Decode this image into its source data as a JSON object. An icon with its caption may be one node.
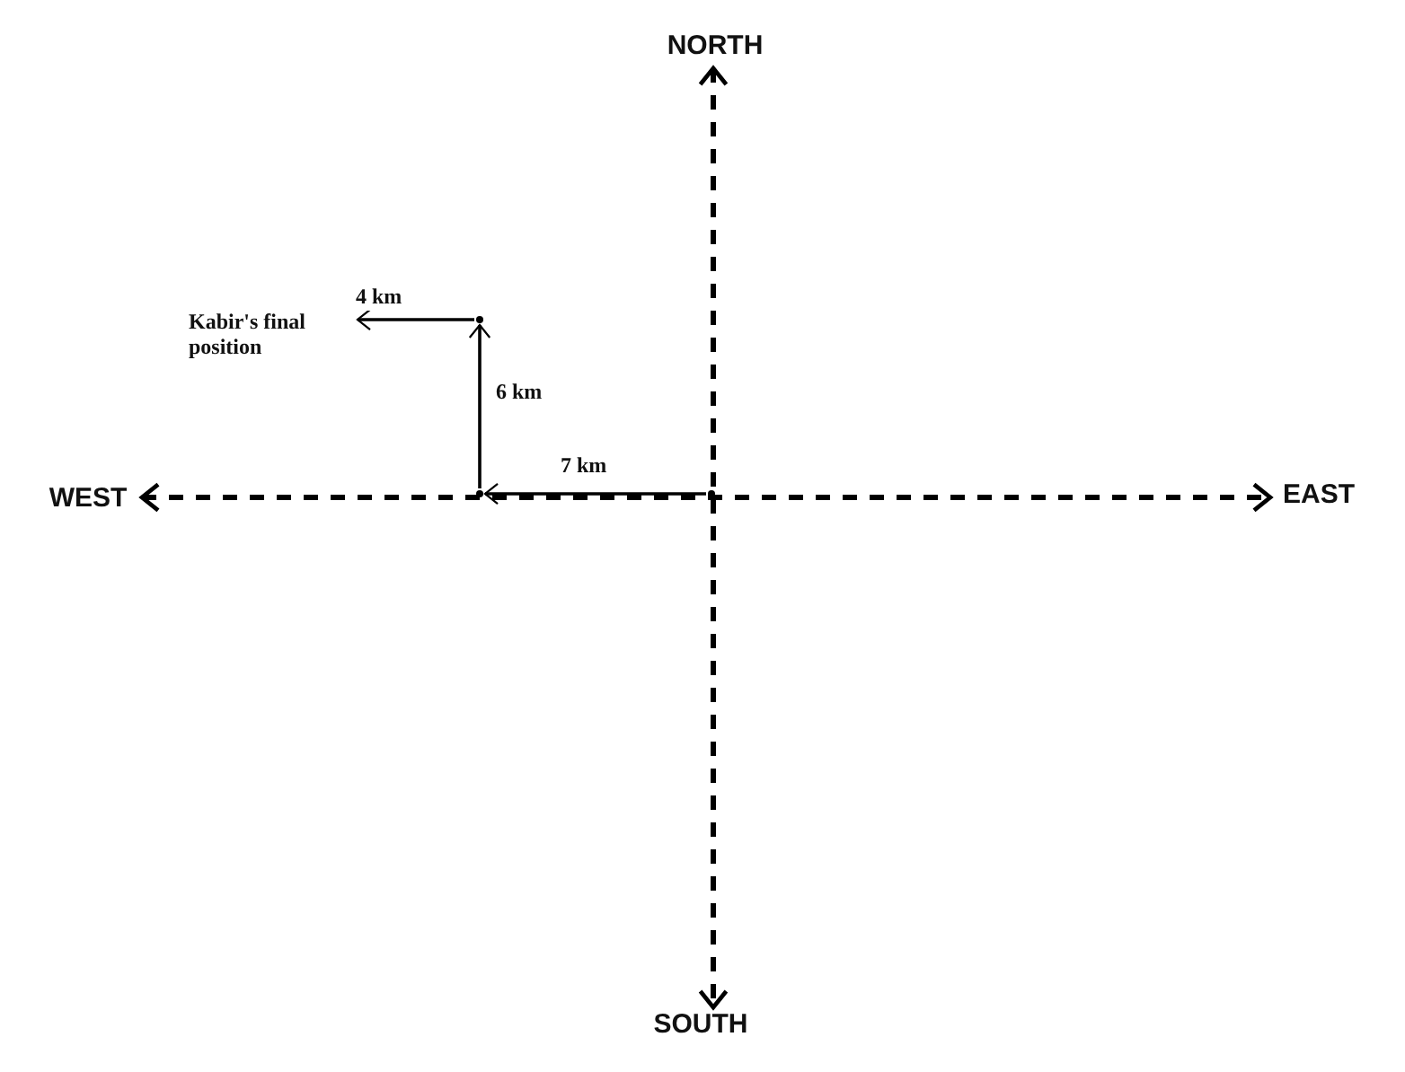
{
  "diagram": {
    "nodes": [
      {
        "text": [
          "NORTH"
        ]
      },
      {
        "text": [
          "SOUTH"
        ]
      },
      {
        "text": [
          "WEST"
        ]
      },
      {
        "text": [
          "EAST"
        ]
      },
      {
        "text": [
          "Kabir's final position"
        ]
      },
      {
        "text": [],
        "shape": "point"
      },
      {
        "text": [],
        "shape": "point"
      },
      {
        "text": [],
        "shape": "point"
      }
    ],
    "edges": [
      {
        "from": 0,
        "to": 1,
        "arrow": "both",
        "style": "dashed"
      },
      {
        "from": 2,
        "to": 3,
        "arrow": "both",
        "style": "dashed"
      },
      {
        "from": 5,
        "to": 6,
        "arrow": "to",
        "label": "7 km"
      },
      {
        "from": 6,
        "to": 7,
        "arrow": "to",
        "label": "6 km"
      },
      {
        "from": 7,
        "to": 4,
        "arrow": "to",
        "label": "4 km"
      }
    ]
  }
}
